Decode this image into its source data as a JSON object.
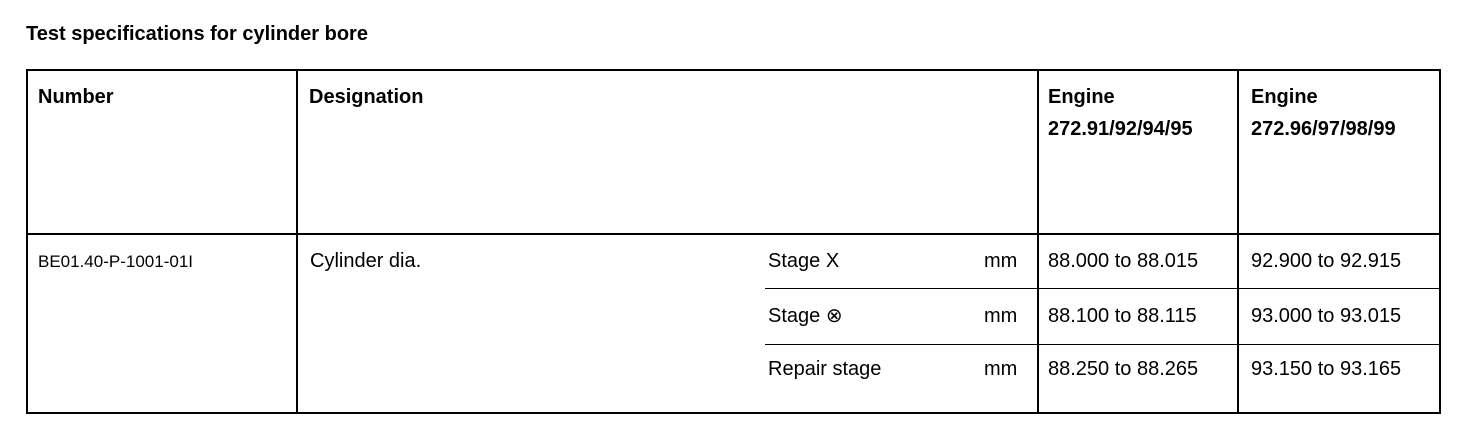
{
  "title": "Test specifications for cylinder bore",
  "table": {
    "headers": {
      "number": "Number",
      "designation": "Designation",
      "engine1_label": "Engine",
      "engine1_models": "272.91/92/94/95",
      "engine2_label": "Engine",
      "engine2_models": "272.96/97/98/99"
    },
    "row": {
      "number": "BE01.40-P-1001-01I",
      "designation": "Cylinder dia.",
      "stages": [
        {
          "stage": "Stage X",
          "unit": "mm",
          "engine1": "88.000 to 88.015",
          "engine2": "92.900 to 92.915"
        },
        {
          "stage": "Stage ⊗",
          "unit": "mm",
          "engine1": "88.100 to 88.115",
          "engine2": "93.000 to 93.015"
        },
        {
          "stage": "Repair stage",
          "unit": "mm",
          "engine1": "88.250 to 88.265",
          "engine2": "93.150 to 93.165"
        }
      ]
    }
  }
}
